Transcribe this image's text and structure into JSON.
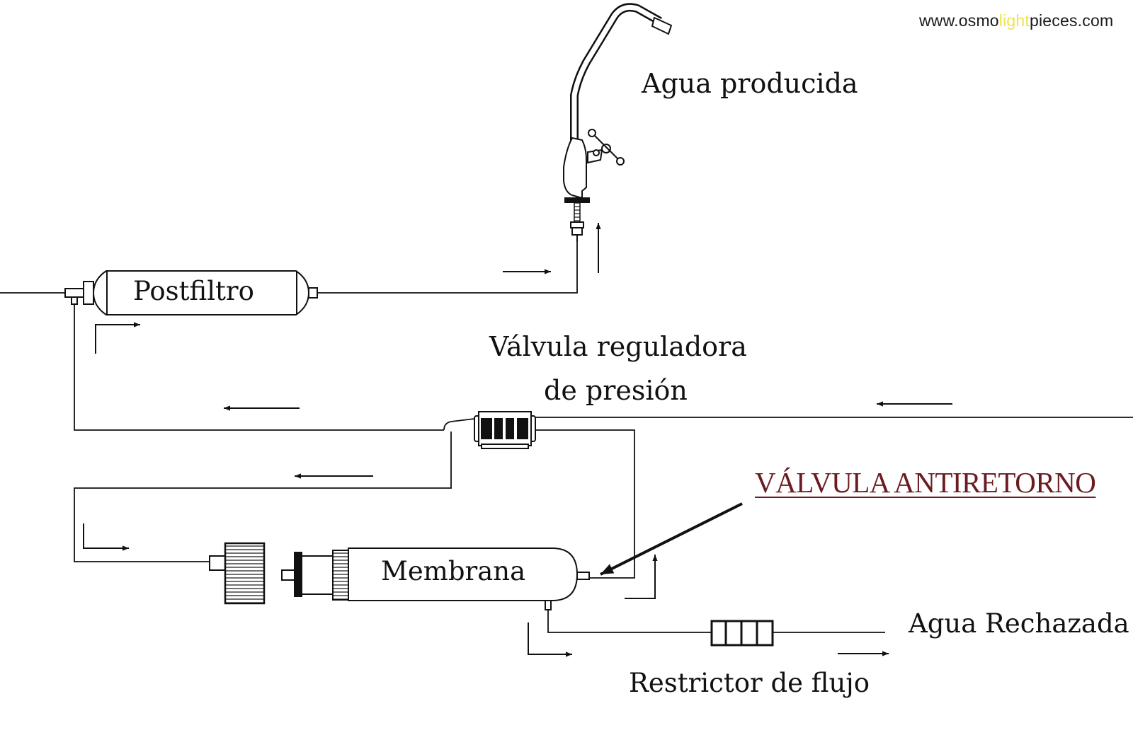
{
  "website": {
    "prefix": "www.osmo",
    "highlight": "light",
    "suffix": "pieces.com"
  },
  "labels": {
    "agua_producida": "Agua producida",
    "postfiltro": "Postfiltro",
    "valvula_reguladora_1": "Válvula reguladora",
    "valvula_reguladora_2": "de presión",
    "valvula_antiretorno": "VÁLVULA ANTIRETORNO",
    "membrana": "Membrana",
    "agua_rechazada": "Agua Rechazada",
    "restrictor": "Restrictor de flujo"
  },
  "colors": {
    "line": "#111111",
    "accent": "#6b1c22",
    "highlight": "#f1e34a"
  }
}
